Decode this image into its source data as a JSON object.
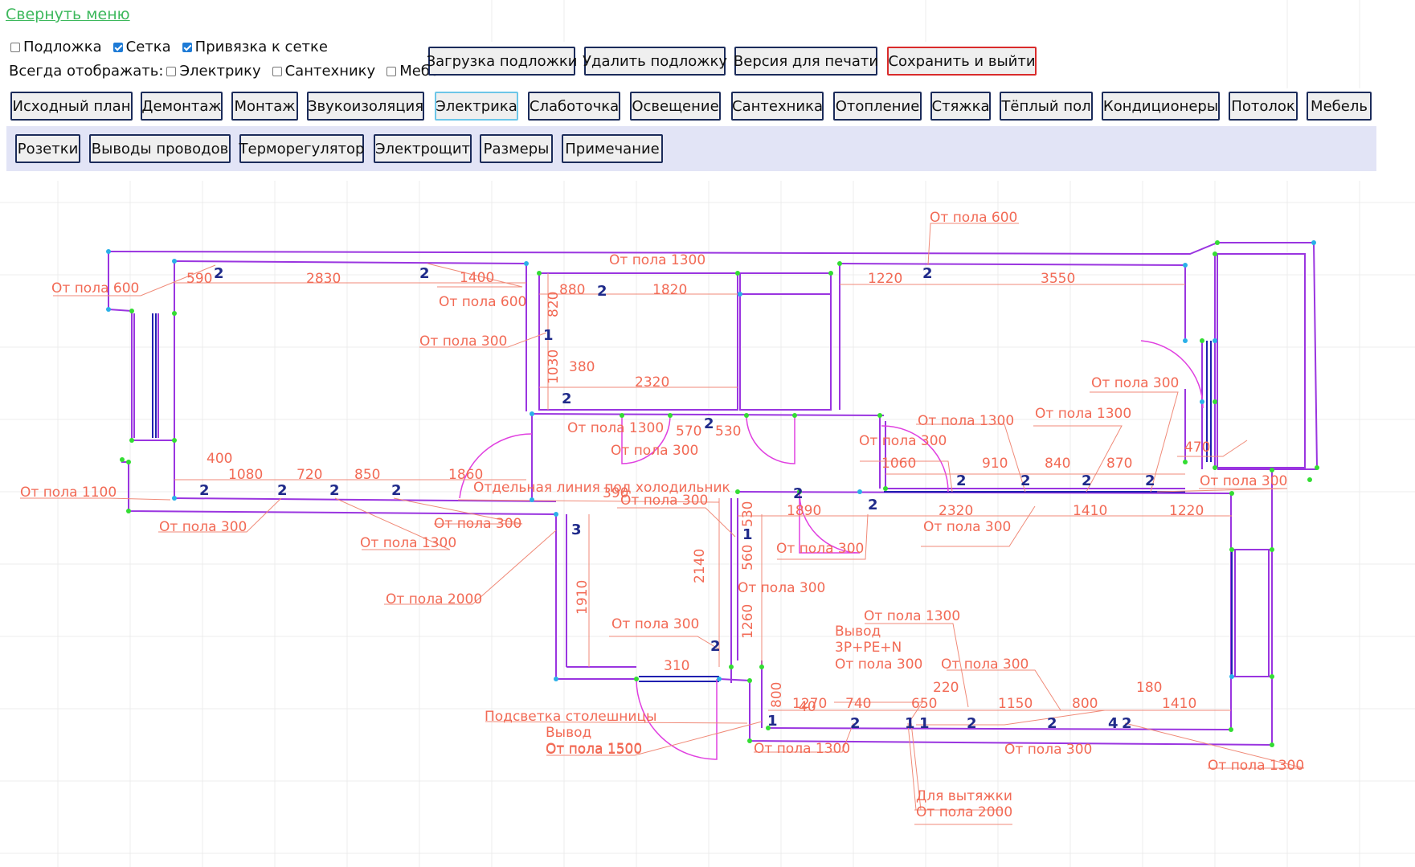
{
  "menu": {
    "collapse_label": "Свернуть меню"
  },
  "toggles": [
    {
      "label": "Подложка",
      "checked": false
    },
    {
      "label": "Сетка",
      "checked": true
    },
    {
      "label": "Привязка к сетке",
      "checked": true
    }
  ],
  "always_show": {
    "label": "Всегда отображать:",
    "items": [
      {
        "label": "Электрику",
        "checked": false
      },
      {
        "label": "Сантехнику",
        "checked": false
      },
      {
        "label": "Мебель",
        "checked": false
      }
    ]
  },
  "actions": {
    "load_underlay": "Загрузка подложки",
    "delete_underlay": "Удалить подложку",
    "print_version": "Версия для печати",
    "save_exit": "Сохранить и выйти"
  },
  "tabs": [
    "Исходный план",
    "Демонтаж",
    "Монтаж",
    "Звукоизоляция",
    "Электрика",
    "Слаботочка",
    "Освещение",
    "Сантехника",
    "Отопление",
    "Стяжка",
    "Тёплый пол",
    "Кондиционеры",
    "Потолок",
    "Мебель"
  ],
  "active_tab": "Электрика",
  "subtabs": [
    "Розетки",
    "Выводы проводов",
    "Терморегулятор",
    "Электрощит",
    "Размеры",
    "Примечание"
  ],
  "plan": {
    "notes": [
      "От пола 600",
      "От пола 600",
      "От пола 600",
      "От пола 300",
      "От пола 1300",
      "От пола 300",
      "От пола 300",
      "От пола 1300",
      "От пола 1300",
      "От пола 300",
      "От пола 1300",
      "От пола 300",
      "От пола 1100",
      "От пола 300",
      "От пола 300",
      "От пола 1300",
      "От пола 2000",
      "От пола 300",
      "От пола 300",
      "От пола 300",
      "От пола 300",
      "От пола 300",
      "От пола 1300",
      "От пола 300",
      "От пола 1300",
      "От пола 300",
      "От пола 1300",
      "От пола 1500",
      "От пола 2000"
    ],
    "fridge_note": "Отдельная линия под холодильник",
    "output_block": [
      "Вывод",
      "3P+PE+N",
      "От пола 300"
    ],
    "counter_block": [
      "Подсветка столешницы",
      "Вывод",
      "От пола 1500"
    ],
    "hood_note": "Для вытяжки",
    "dimensions": [
      "590",
      "2830",
      "1400",
      "880",
      "1820",
      "820",
      "1030",
      "380",
      "2320",
      "1220",
      "3550",
      "400",
      "1080",
      "720",
      "850",
      "1860",
      "570",
      "530",
      "390",
      "1060",
      "910",
      "840",
      "870",
      "470",
      "530",
      "1890",
      "2320",
      "1410",
      "1220",
      "560",
      "1910",
      "2140",
      "1260",
      "310",
      "800",
      "1270",
      "40",
      "740",
      "220",
      "650",
      "1150",
      "800",
      "180",
      "1410"
    ],
    "markers": [
      "2",
      "2",
      "2",
      "1",
      "2",
      "2",
      "2",
      "2",
      "2",
      "3",
      "2",
      "2",
      "2",
      "2",
      "2",
      "2",
      "1",
      "1",
      "2",
      "2",
      "4",
      "2",
      "2",
      "2",
      "1",
      "1",
      "2",
      "2"
    ]
  }
}
